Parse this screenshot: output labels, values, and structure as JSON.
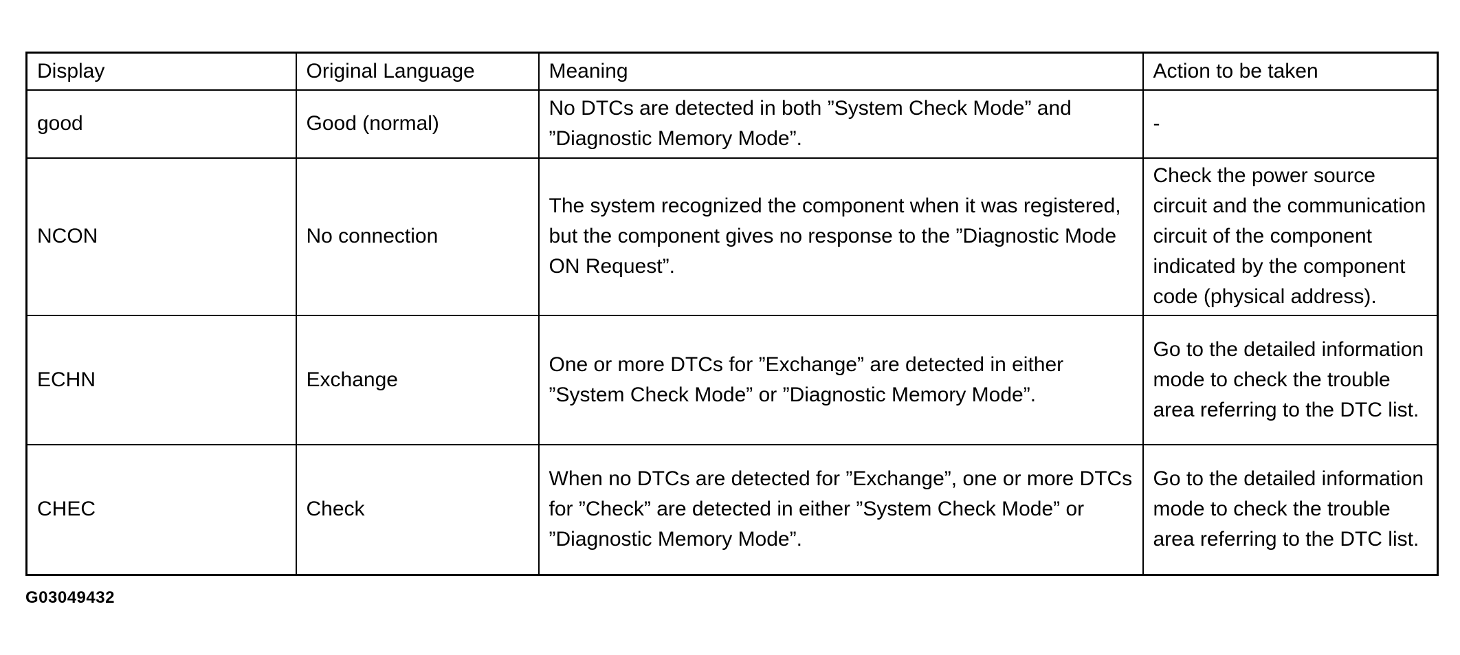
{
  "table": {
    "headers": [
      "Display",
      "Original Language",
      "Meaning",
      "Action to be taken"
    ],
    "rows": [
      {
        "display": "good",
        "original_language": "Good (normal)",
        "meaning": "No DTCs are detected in both ”System Check Mode” and ”Diagnostic Memory Mode”.",
        "action": "-"
      },
      {
        "display": "NCON",
        "original_language": "No connection",
        "meaning": "The system recognized the component when it was registered, but the component gives no response to the ”Diagnostic Mode ON Request”.",
        "action": "Check the power source circuit and the communication circuit of the component indicated by the component code (physical address)."
      },
      {
        "display": "ECHN",
        "original_language": "Exchange",
        "meaning": "One or more DTCs for ”Exchange” are detected in either ”System Check Mode” or ”Diagnostic Memory Mode”.",
        "action": "Go to the detailed information mode to check the trouble area referring to the DTC list."
      },
      {
        "display": "CHEC",
        "original_language": "Check",
        "meaning": "When no DTCs are detected for ”Exchange”, one or more DTCs for ”Check” are detected in either ”System Check Mode” or ”Diagnostic Memory Mode”.",
        "action": "Go to the detailed information mode to check the trouble area referring to the DTC list."
      }
    ]
  },
  "figure_id": "G03049432"
}
